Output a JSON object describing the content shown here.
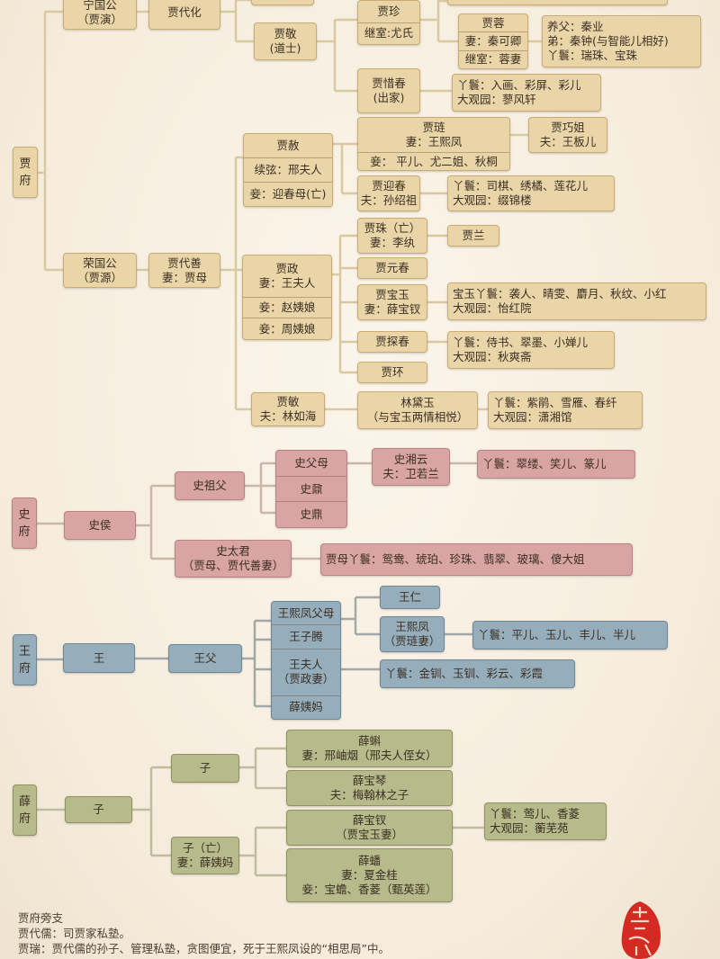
{
  "families": [
    {
      "key": "jia",
      "fill": "#ead5a8",
      "border": "#c9ab74",
      "line": "#dac9a0",
      "nodes": [
        {
          "id": "jiafu",
          "rows": [
            [
              "贾",
              "府"
            ]
          ]
        },
        {
          "id": "ningguogong",
          "rows": [
            [
              "宁国公",
              "（贾演）"
            ]
          ]
        },
        {
          "id": "jiadaihua",
          "rows": [
            [
              "贾代化"
            ]
          ]
        },
        {
          "id": "jiajing",
          "rows": [
            [
              "贾敬",
              "(道士)"
            ]
          ]
        },
        {
          "id": "jiazhen",
          "rows": [
            [
              "贾珍"
            ],
            [
              "继室:尤氏"
            ]
          ]
        },
        {
          "id": "jiarong",
          "rows": [
            [
              "贾蓉"
            ],
            [
              "妻：秦可卿"
            ],
            [
              "继室：蓉妻"
            ]
          ]
        },
        {
          "id": "jiarong_note",
          "rows": [
            [
              "养父：秦业",
              "弟：秦钟(与智能儿相好)",
              "丫鬟：瑞珠、宝珠"
            ]
          ]
        },
        {
          "id": "jiaxichun",
          "rows": [
            [
              "贾惜春",
              "(出家)"
            ]
          ]
        },
        {
          "id": "xichun_note",
          "rows": [
            [
              "丫鬟：入画、彩屏、彩儿",
              "大观园：蓼风轩"
            ]
          ]
        },
        {
          "id": "jiashe",
          "rows": [
            [
              "贾赦"
            ],
            [
              "续弦：邢夫人"
            ],
            [
              "妾：迎春母(亡)"
            ]
          ]
        },
        {
          "id": "jialian",
          "rows": [
            [
              "贾琏",
              "妻：王熙凤"
            ],
            [
              "妾：  平儿、尤二姐、秋桐"
            ]
          ]
        },
        {
          "id": "jiaqiaojie",
          "rows": [
            [
              "贾巧姐",
              "夫：王板儿"
            ]
          ]
        },
        {
          "id": "jiayingchun",
          "rows": [
            [
              "贾迎春",
              "夫：孙绍祖"
            ]
          ]
        },
        {
          "id": "yingchun_note",
          "rows": [
            [
              "丫鬟：司棋、绣橘、莲花儿",
              "大观园：缀锦楼"
            ]
          ]
        },
        {
          "id": "jiazhu",
          "rows": [
            [
              "贾珠（亡）",
              "妻：李纨"
            ]
          ]
        },
        {
          "id": "jialan",
          "rows": [
            [
              "贾兰"
            ]
          ]
        },
        {
          "id": "rongguogong",
          "rows": [
            [
              "荣国公",
              "（贾源）"
            ]
          ]
        },
        {
          "id": "jiadaishan",
          "rows": [
            [
              "贾代善",
              "妻：贾母"
            ]
          ]
        },
        {
          "id": "jiazheng",
          "rows": [
            [
              "贾政",
              "妻：王夫人"
            ],
            [
              "妾：赵姨娘"
            ],
            [
              "妾：周姨娘"
            ]
          ]
        },
        {
          "id": "jiayuanchun",
          "rows": [
            [
              "贾元春"
            ]
          ]
        },
        {
          "id": "jiabaoyu",
          "rows": [
            [
              "贾宝玉",
              "妻：薛宝钗"
            ]
          ]
        },
        {
          "id": "baoyu_note",
          "rows": [
            [
              "宝玉丫鬟：袭人、晴雯、麝月、秋纹、小红",
              "大观园：怡红院"
            ]
          ]
        },
        {
          "id": "jiatanchun",
          "rows": [
            [
              "贾探春"
            ]
          ]
        },
        {
          "id": "tanchun_note",
          "rows": [
            [
              "丫鬟：侍书、翠墨、小婵儿",
              "大观园：秋爽斋"
            ]
          ]
        },
        {
          "id": "jiahuan",
          "rows": [
            [
              "贾环"
            ]
          ]
        },
        {
          "id": "jiamin",
          "rows": [
            [
              "贾敏",
              "夫：林如海"
            ]
          ]
        },
        {
          "id": "lindaiyu",
          "rows": [
            [
              "林黛玉",
              "（与宝玉两情相悦）"
            ]
          ]
        },
        {
          "id": "daiyu_note",
          "rows": [
            [
              "丫鬟：紫鹃、雪雁、春纤",
              "大观园：潇湘馆"
            ]
          ]
        }
      ]
    },
    {
      "key": "shi",
      "fill": "#d9a4a4",
      "border": "#b98282",
      "line": "#c9b7a8",
      "nodes": [
        {
          "id": "shifu",
          "rows": [
            [
              "史",
              "府"
            ]
          ]
        },
        {
          "id": "shihou",
          "rows": [
            [
              "史侯"
            ]
          ]
        },
        {
          "id": "shizufu",
          "rows": [
            [
              "史祖父"
            ]
          ]
        },
        {
          "id": "shi_stack",
          "rows": [
            [
              "史父母"
            ],
            [
              "史鼐"
            ],
            [
              "史鼎"
            ]
          ]
        },
        {
          "id": "shixiangyun",
          "rows": [
            [
              "史湘云",
              "夫：卫若兰"
            ]
          ]
        },
        {
          "id": "xiangyun_note",
          "rows": [
            [
              "丫鬟：翠缕、笑儿、篆儿"
            ]
          ]
        },
        {
          "id": "shitaijun",
          "rows": [
            [
              "史太君",
              "（贾母、贾代善妻）"
            ]
          ]
        },
        {
          "id": "jiamu_note",
          "rows": [
            [
              "贾母丫鬟：鸳鸯、琥珀、珍珠、翡翠、玻璃、傻大姐"
            ]
          ]
        }
      ]
    },
    {
      "key": "wang",
      "fill": "#96adbc",
      "border": "#6e8796",
      "line": "#a3a8aa",
      "nodes": [
        {
          "id": "wangfu",
          "rows": [
            [
              "王",
              "府"
            ]
          ]
        },
        {
          "id": "wang",
          "rows": [
            [
              "王"
            ]
          ]
        },
        {
          "id": "wangfuqin",
          "rows": [
            [
              "王父"
            ]
          ]
        },
        {
          "id": "wang_stack",
          "rows": [
            [
              "王熙凤父母"
            ],
            [
              "王子腾"
            ],
            [
              "王夫人",
              "（贾政妻）"
            ],
            [
              "薛姨妈"
            ]
          ]
        },
        {
          "id": "wangren",
          "rows": [
            [
              "王仁"
            ]
          ]
        },
        {
          "id": "wangxifeng",
          "rows": [
            [
              "王熙凤",
              "（贾琏妻）"
            ]
          ]
        },
        {
          "id": "xifeng_note",
          "rows": [
            [
              "丫鬟：平儿、玉儿、丰儿、半儿"
            ]
          ]
        },
        {
          "id": "wangfuren_note",
          "rows": [
            [
              "丫鬟：金钏、玉钏、彩云、彩霞"
            ]
          ]
        }
      ]
    },
    {
      "key": "xue",
      "fill": "#b7ba8b",
      "border": "#8f9263",
      "line": "#bfbda0",
      "nodes": [
        {
          "id": "xuefu",
          "rows": [
            [
              "薛",
              "府"
            ]
          ]
        },
        {
          "id": "xue_zi",
          "rows": [
            [
              "子"
            ]
          ]
        },
        {
          "id": "xue_zi1",
          "rows": [
            [
              "子"
            ]
          ]
        },
        {
          "id": "xue_zi2",
          "rows": [
            [
              "子（亡）",
              "妻：薛姨妈"
            ]
          ]
        },
        {
          "id": "xueke",
          "rows": [
            [
              "薛蝌",
              "妻：邢岫烟（邢夫人侄女）"
            ]
          ]
        },
        {
          "id": "xuebaoqin",
          "rows": [
            [
              "薛宝琴",
              "夫：梅翰林之子"
            ]
          ]
        },
        {
          "id": "xuebaochai",
          "rows": [
            [
              "薛宝钗",
              "（贾宝玉妻）"
            ]
          ]
        },
        {
          "id": "xuepan",
          "rows": [
            [
              "薛蟠",
              "妻：夏金桂",
              "妾：宝蟾、香菱（甄英莲）"
            ]
          ]
        },
        {
          "id": "baochai_note",
          "rows": [
            [
              "丫鬟：莺儿、香菱",
              "大观园：蘅芜苑"
            ]
          ]
        }
      ]
    }
  ],
  "footer": {
    "lines": [
      "贾府旁支",
      "贾代儒：司贾家私塾。",
      "贾瑞：贾代儒的孙子、管理私塾，贪图便宜，死于王熙凤设的“相思局”中。"
    ]
  },
  "seal": {
    "icon": "red-seal-icon",
    "color": "#d42a22"
  }
}
